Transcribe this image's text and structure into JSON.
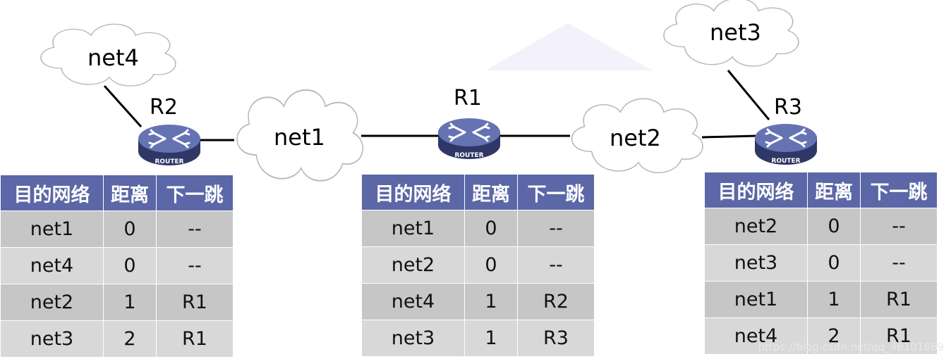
{
  "clouds": {
    "net1": "net1",
    "net2": "net2",
    "net3": "net3",
    "net4": "net4"
  },
  "routers": {
    "r1": {
      "name": "R1",
      "badge": "ROUTER"
    },
    "r2": {
      "name": "R2",
      "badge": "ROUTER"
    },
    "r3": {
      "name": "R3",
      "badge": "ROUTER"
    }
  },
  "table_headers": {
    "dest": "目的网络",
    "dist": "距离",
    "next": "下一跳"
  },
  "tables": {
    "r2": [
      {
        "dest": "net1",
        "dist": "0",
        "next": "--"
      },
      {
        "dest": "net4",
        "dist": "0",
        "next": "--"
      },
      {
        "dest": "net2",
        "dist": "1",
        "next": "R1"
      },
      {
        "dest": "net3",
        "dist": "2",
        "next": "R1"
      }
    ],
    "r1": [
      {
        "dest": "net1",
        "dist": "0",
        "next": "--"
      },
      {
        "dest": "net2",
        "dist": "0",
        "next": "--"
      },
      {
        "dest": "net4",
        "dist": "1",
        "next": "R2"
      },
      {
        "dest": "net3",
        "dist": "1",
        "next": "R3"
      }
    ],
    "r3": [
      {
        "dest": "net2",
        "dist": "0",
        "next": "--"
      },
      {
        "dest": "net3",
        "dist": "0",
        "next": "--"
      },
      {
        "dest": "net1",
        "dist": "1",
        "next": "R1"
      },
      {
        "dest": "net4",
        "dist": "2",
        "next": "R1"
      }
    ]
  },
  "watermark": "https://blog.csdn.net/qq_46101869",
  "colors": {
    "table_header": "#5b67a6",
    "row_dark": "#c6c6c6",
    "row_light": "#d8d8d8",
    "router_body": "#5b67a6"
  }
}
